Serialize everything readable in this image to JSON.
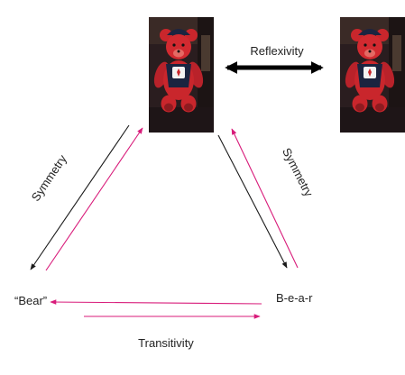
{
  "relations": {
    "reflexivity": "Reflexivity",
    "symmetry_left": "Symmetry",
    "symmetry_right": "Symmetry",
    "transitivity": "Transitivity"
  },
  "nodes": {
    "word": "“Bear”",
    "spelling": "B-e-a-r",
    "picture": "teddy-bear-photo",
    "picture_copy": "teddy-bear-photo"
  },
  "colors": {
    "black_arrow": "#1a1a1a",
    "pink_arrow": "#d81b7a",
    "photo_background": "#2a1d1f",
    "bear_red": "#c9262c",
    "bear_navy": "#1b2440"
  }
}
